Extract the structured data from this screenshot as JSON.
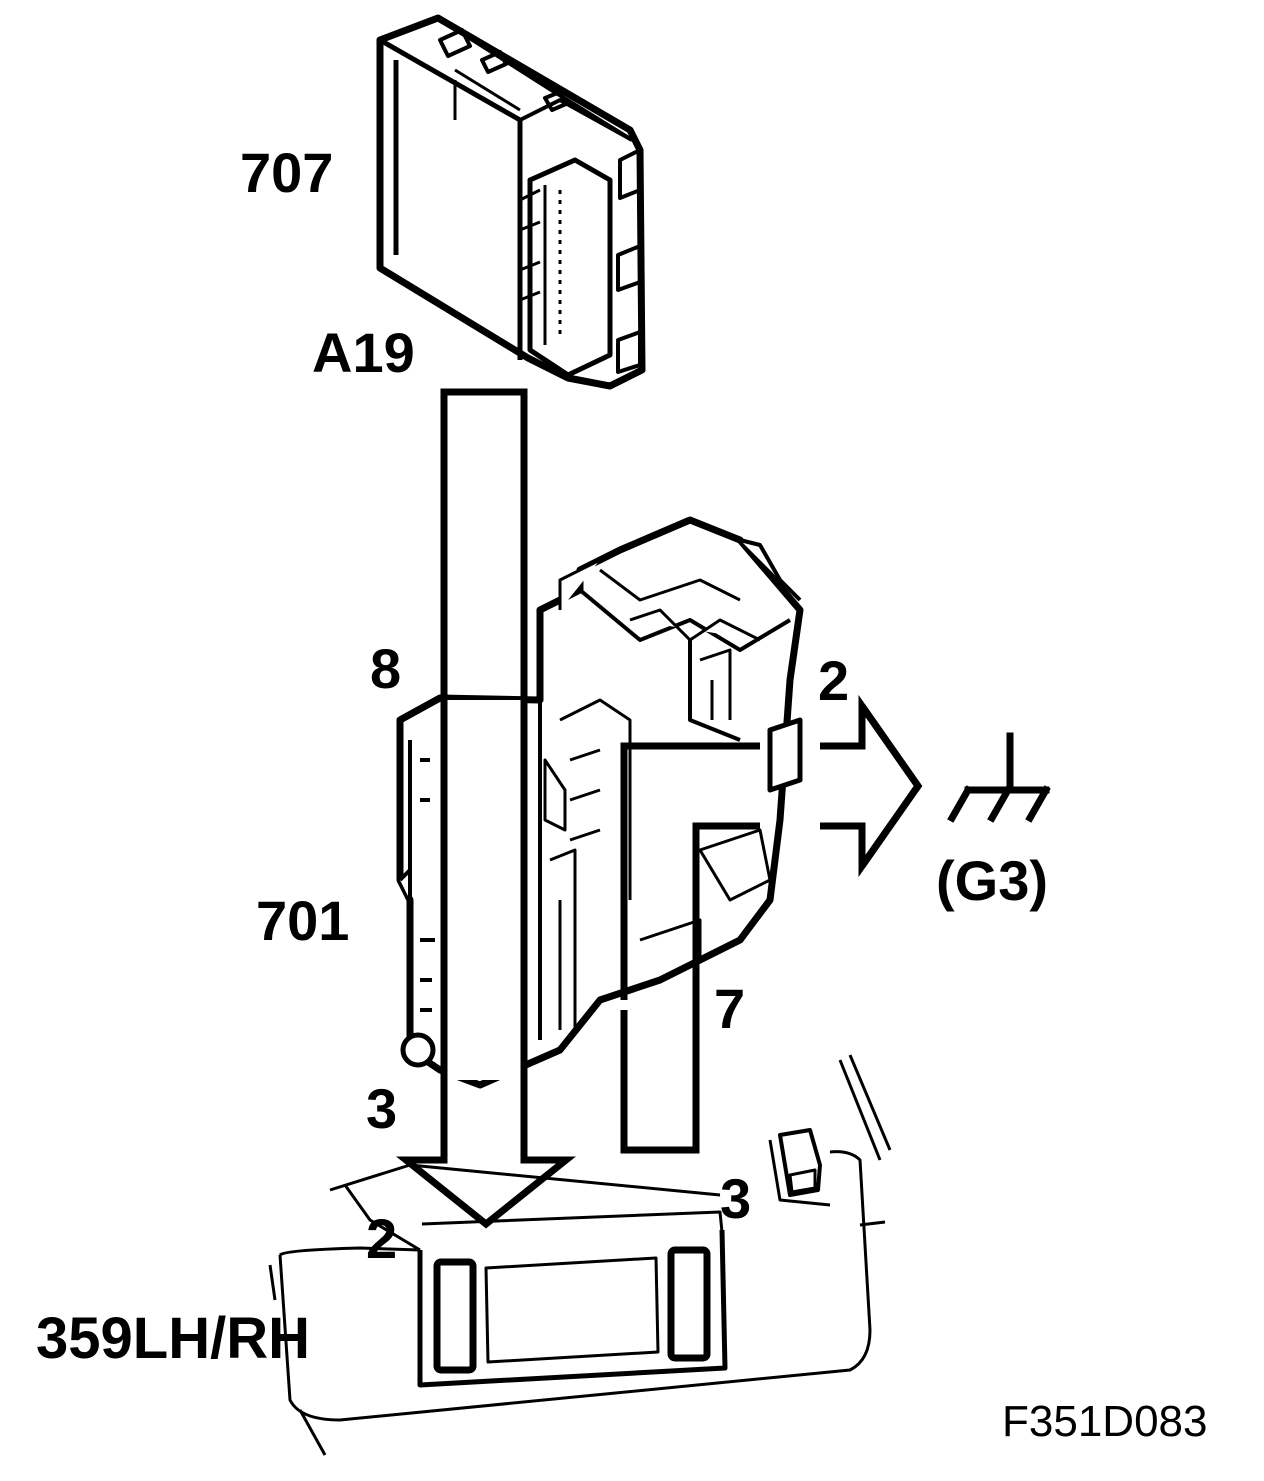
{
  "labels": {
    "module_707": "707",
    "connector_a19": "A19",
    "pin_8": "8",
    "pin_2_top": "2",
    "ground_g3": "(G3)",
    "module_701": "701",
    "pin_7": "7",
    "pin_3_left": "3",
    "pin_3_right": "3",
    "pin_2_bottom": "2",
    "visor_359": "359LH/RH",
    "figure_code": "F351D083"
  },
  "icons": {
    "ground": "ground-symbol-icon",
    "arrows": [
      "down-arrow-icon",
      "right-arrow-icon"
    ]
  },
  "colors": {
    "line": "#000000",
    "background": "#ffffff"
  }
}
